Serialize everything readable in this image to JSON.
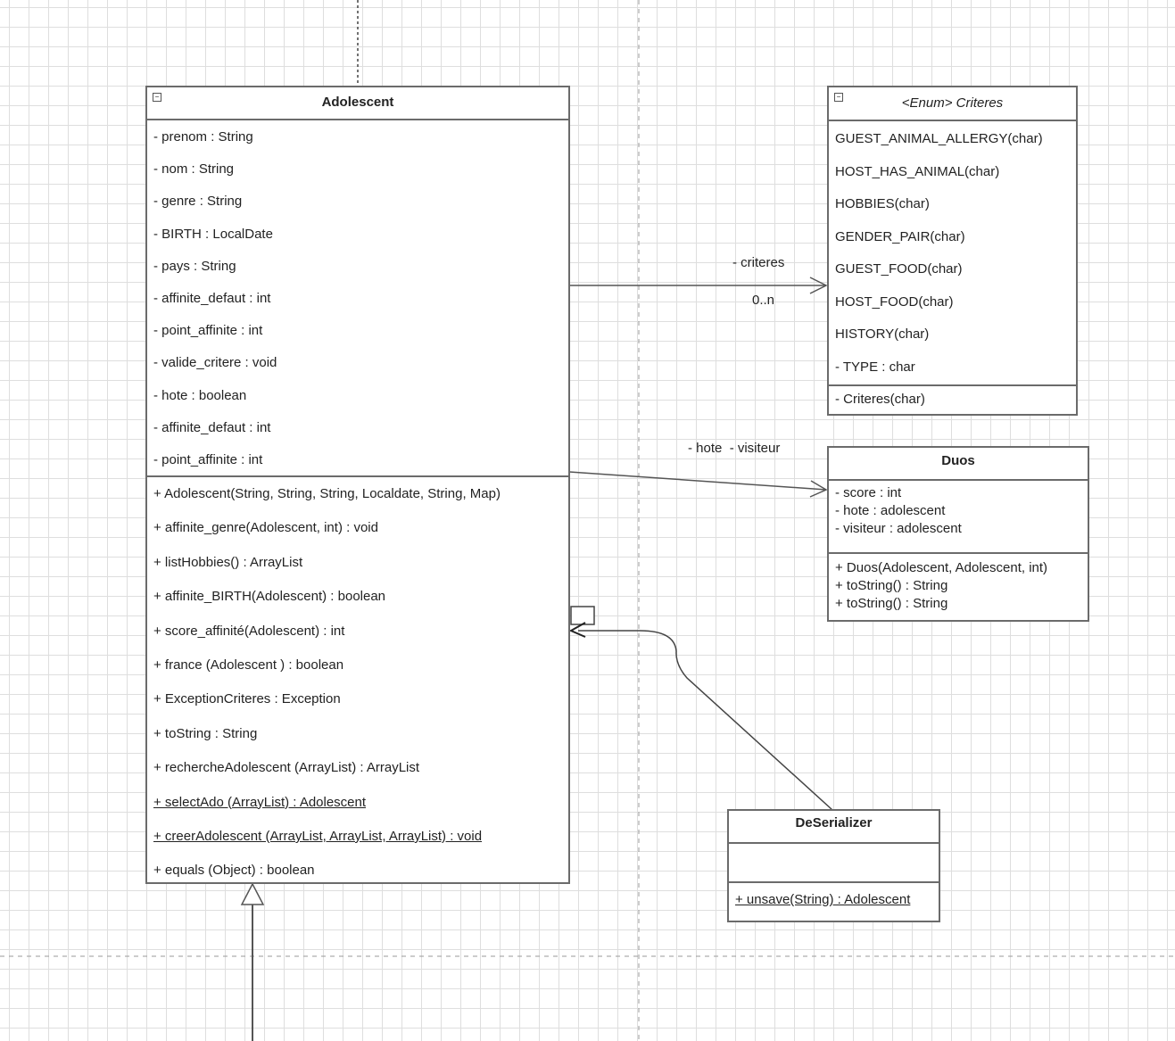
{
  "adolescent": {
    "name": "Adolescent",
    "attributes": [
      "- prenom : String",
      "- nom : String",
      "- genre : String",
      "- BIRTH : LocalDate",
      "- pays : String",
      "- affinite_defaut : int",
      "- point_affinite : int",
      "- valide_critere : void",
      "- hote : boolean",
      "- affinite_defaut : int",
      "- point_affinite : int"
    ],
    "methods": [
      "+ Adolescent(String, String, String, Localdate, String, Map)",
      "+ affinite_genre(Adolescent, int) : void",
      "+ listHobbies() : ArrayList",
      "+ affinite_BIRTH(Adolescent) : boolean",
      "+ score_affinité(Adolescent) : int",
      "+ france (Adolescent ) : boolean",
      "+ ExceptionCriteres : Exception",
      "+ toString : String",
      "+ rechercheAdolescent (ArrayList) : ArrayList",
      "+ selectAdo (ArrayList) : Adolescent",
      "+ creerAdolescent (ArrayList, ArrayList, ArrayList) : void",
      "+ equals (Object) : boolean"
    ]
  },
  "criteres": {
    "stereotype": "<Enum> Criteres",
    "literals": [
      "GUEST_ANIMAL_ALLERGY(char)",
      "HOST_HAS_ANIMAL(char)",
      "HOBBIES(char)",
      "GENDER_PAIR(char)",
      "GUEST_FOOD(char)",
      "HOST_FOOD(char)",
      "HISTORY(char)",
      "- TYPE : char"
    ],
    "methods": [
      "- Criteres(char)"
    ]
  },
  "duos": {
    "name": "Duos",
    "attributes": [
      "- score : int",
      "- hote : adolescent",
      "- visiteur : adolescent"
    ],
    "methods": [
      "+ Duos(Adolescent, Adolescent, int)",
      "+ toString() : String",
      "+ toString() : String"
    ]
  },
  "deserializer": {
    "name": "DeSerializer",
    "methods": [
      "+ unsave(String) : Adolescent"
    ]
  },
  "associations": {
    "criteres_role": "- criteres",
    "criteres_multiplicity": "0..n",
    "duos_roles": "- hote  - visiteur"
  }
}
